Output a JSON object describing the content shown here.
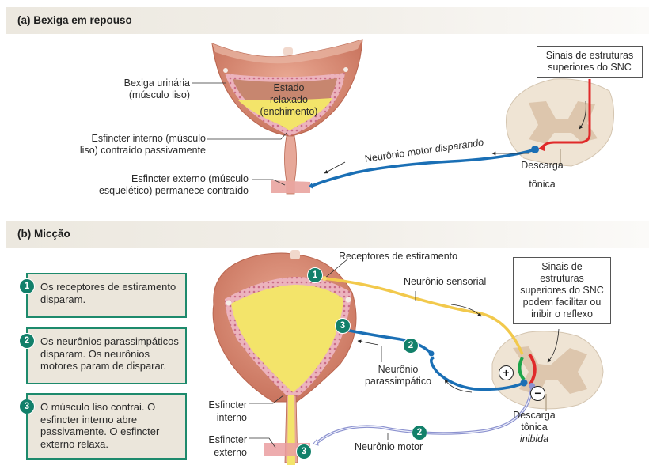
{
  "panel_a": {
    "title": "(a) Bexiga em repouso",
    "labels": {
      "bladder": [
        "Bexiga urinária",
        "(músculo liso)"
      ],
      "state": [
        "Estado",
        "relaxado",
        "(enchimento)"
      ],
      "internal_sphincter": [
        "Esfincter interno (músculo",
        "liso) contraído passivamente"
      ],
      "external_sphincter": [
        "Esfincter externo (músculo",
        "esquelético) permanece contraído"
      ],
      "motor_neuron_prefix": "Neurônio motor ",
      "motor_neuron_state": "disparando",
      "cns_box": [
        "Sinais de estruturas",
        "superiores do SNC"
      ],
      "tonic_discharge": [
        "Descarga",
        "tônica"
      ]
    }
  },
  "panel_b": {
    "title": "(b) Micção",
    "steps": [
      {
        "number": "1",
        "text": "Os receptores de estiramento disparam."
      },
      {
        "number": "2",
        "text": "Os neurônios parassimpáticos disparam. Os neurônios motores param de disparar."
      },
      {
        "number": "3",
        "text": "O músculo liso contrai. O esfincter interno abre passivamente. O esfincter externo relaxa."
      }
    ],
    "labels": {
      "stretch_receptors": "Receptores de estiramento",
      "sensory_neuron": "Neurônio sensorial",
      "cns_box": [
        "Sinais de estruturas",
        "superiores do SNC",
        "podem facilitar ou",
        "inibir o reflexo"
      ],
      "parasympathetic_neuron": [
        "Neurônio",
        "parassimpático"
      ],
      "internal_sphincter": [
        "Esfincter",
        "interno"
      ],
      "external_sphincter": [
        "Esfincter",
        "externo"
      ],
      "motor_neuron": "Neurônio motor",
      "tonic_discharge": [
        "Descarga",
        "tônica"
      ],
      "tonic_state": "inibida",
      "plus": "+",
      "minus": "−"
    },
    "markers": {
      "m1": "1",
      "m2a": "2",
      "m2b": "2",
      "m3a": "3",
      "m3b": "3"
    }
  },
  "colors": {
    "step_border": "#1d8a6c",
    "badge": "#12806a",
    "step_bg": "#ebe6db",
    "motor_blue": "#1a6fb5",
    "cns_red": "#e02a2a",
    "sensory_yellow": "#f2c94c",
    "facilitation_green": "#1ea54a",
    "inhibited_motor": "#8c92cf",
    "urine": "#f3e46a",
    "muscle": "#d98a73"
  }
}
